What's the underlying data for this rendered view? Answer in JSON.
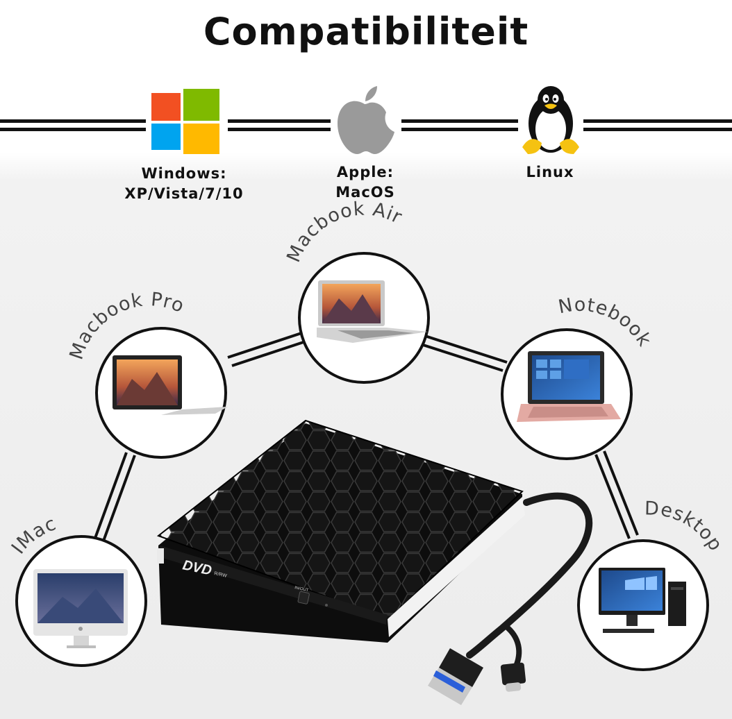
{
  "title": "Compatibiliteit",
  "os": {
    "windows": {
      "line1": "Windows:",
      "line2": "XP/Vista/7/10",
      "icon": "windows-logo-icon"
    },
    "apple": {
      "line1": "Apple:",
      "line2": "MacOS",
      "icon": "apple-logo-icon"
    },
    "linux": {
      "line1": "Linux",
      "icon": "tux-penguin-icon"
    }
  },
  "devices": {
    "macbook_air": "Macbook Air",
    "macbook_pro": "Macbook Pro",
    "notebook": "Notebook",
    "imac": "IMac",
    "desktop": "Desktop"
  },
  "product": {
    "brand": "DVD",
    "brand_sub": "R/RW",
    "button_label": "IN/OUT"
  },
  "colors": {
    "windows_red": "#f25022",
    "windows_green": "#7fba00",
    "windows_blue": "#00a4ef",
    "windows_yellow": "#ffb900",
    "apple_gray": "#9a9a9a",
    "tux_yellow": "#f5c211"
  }
}
